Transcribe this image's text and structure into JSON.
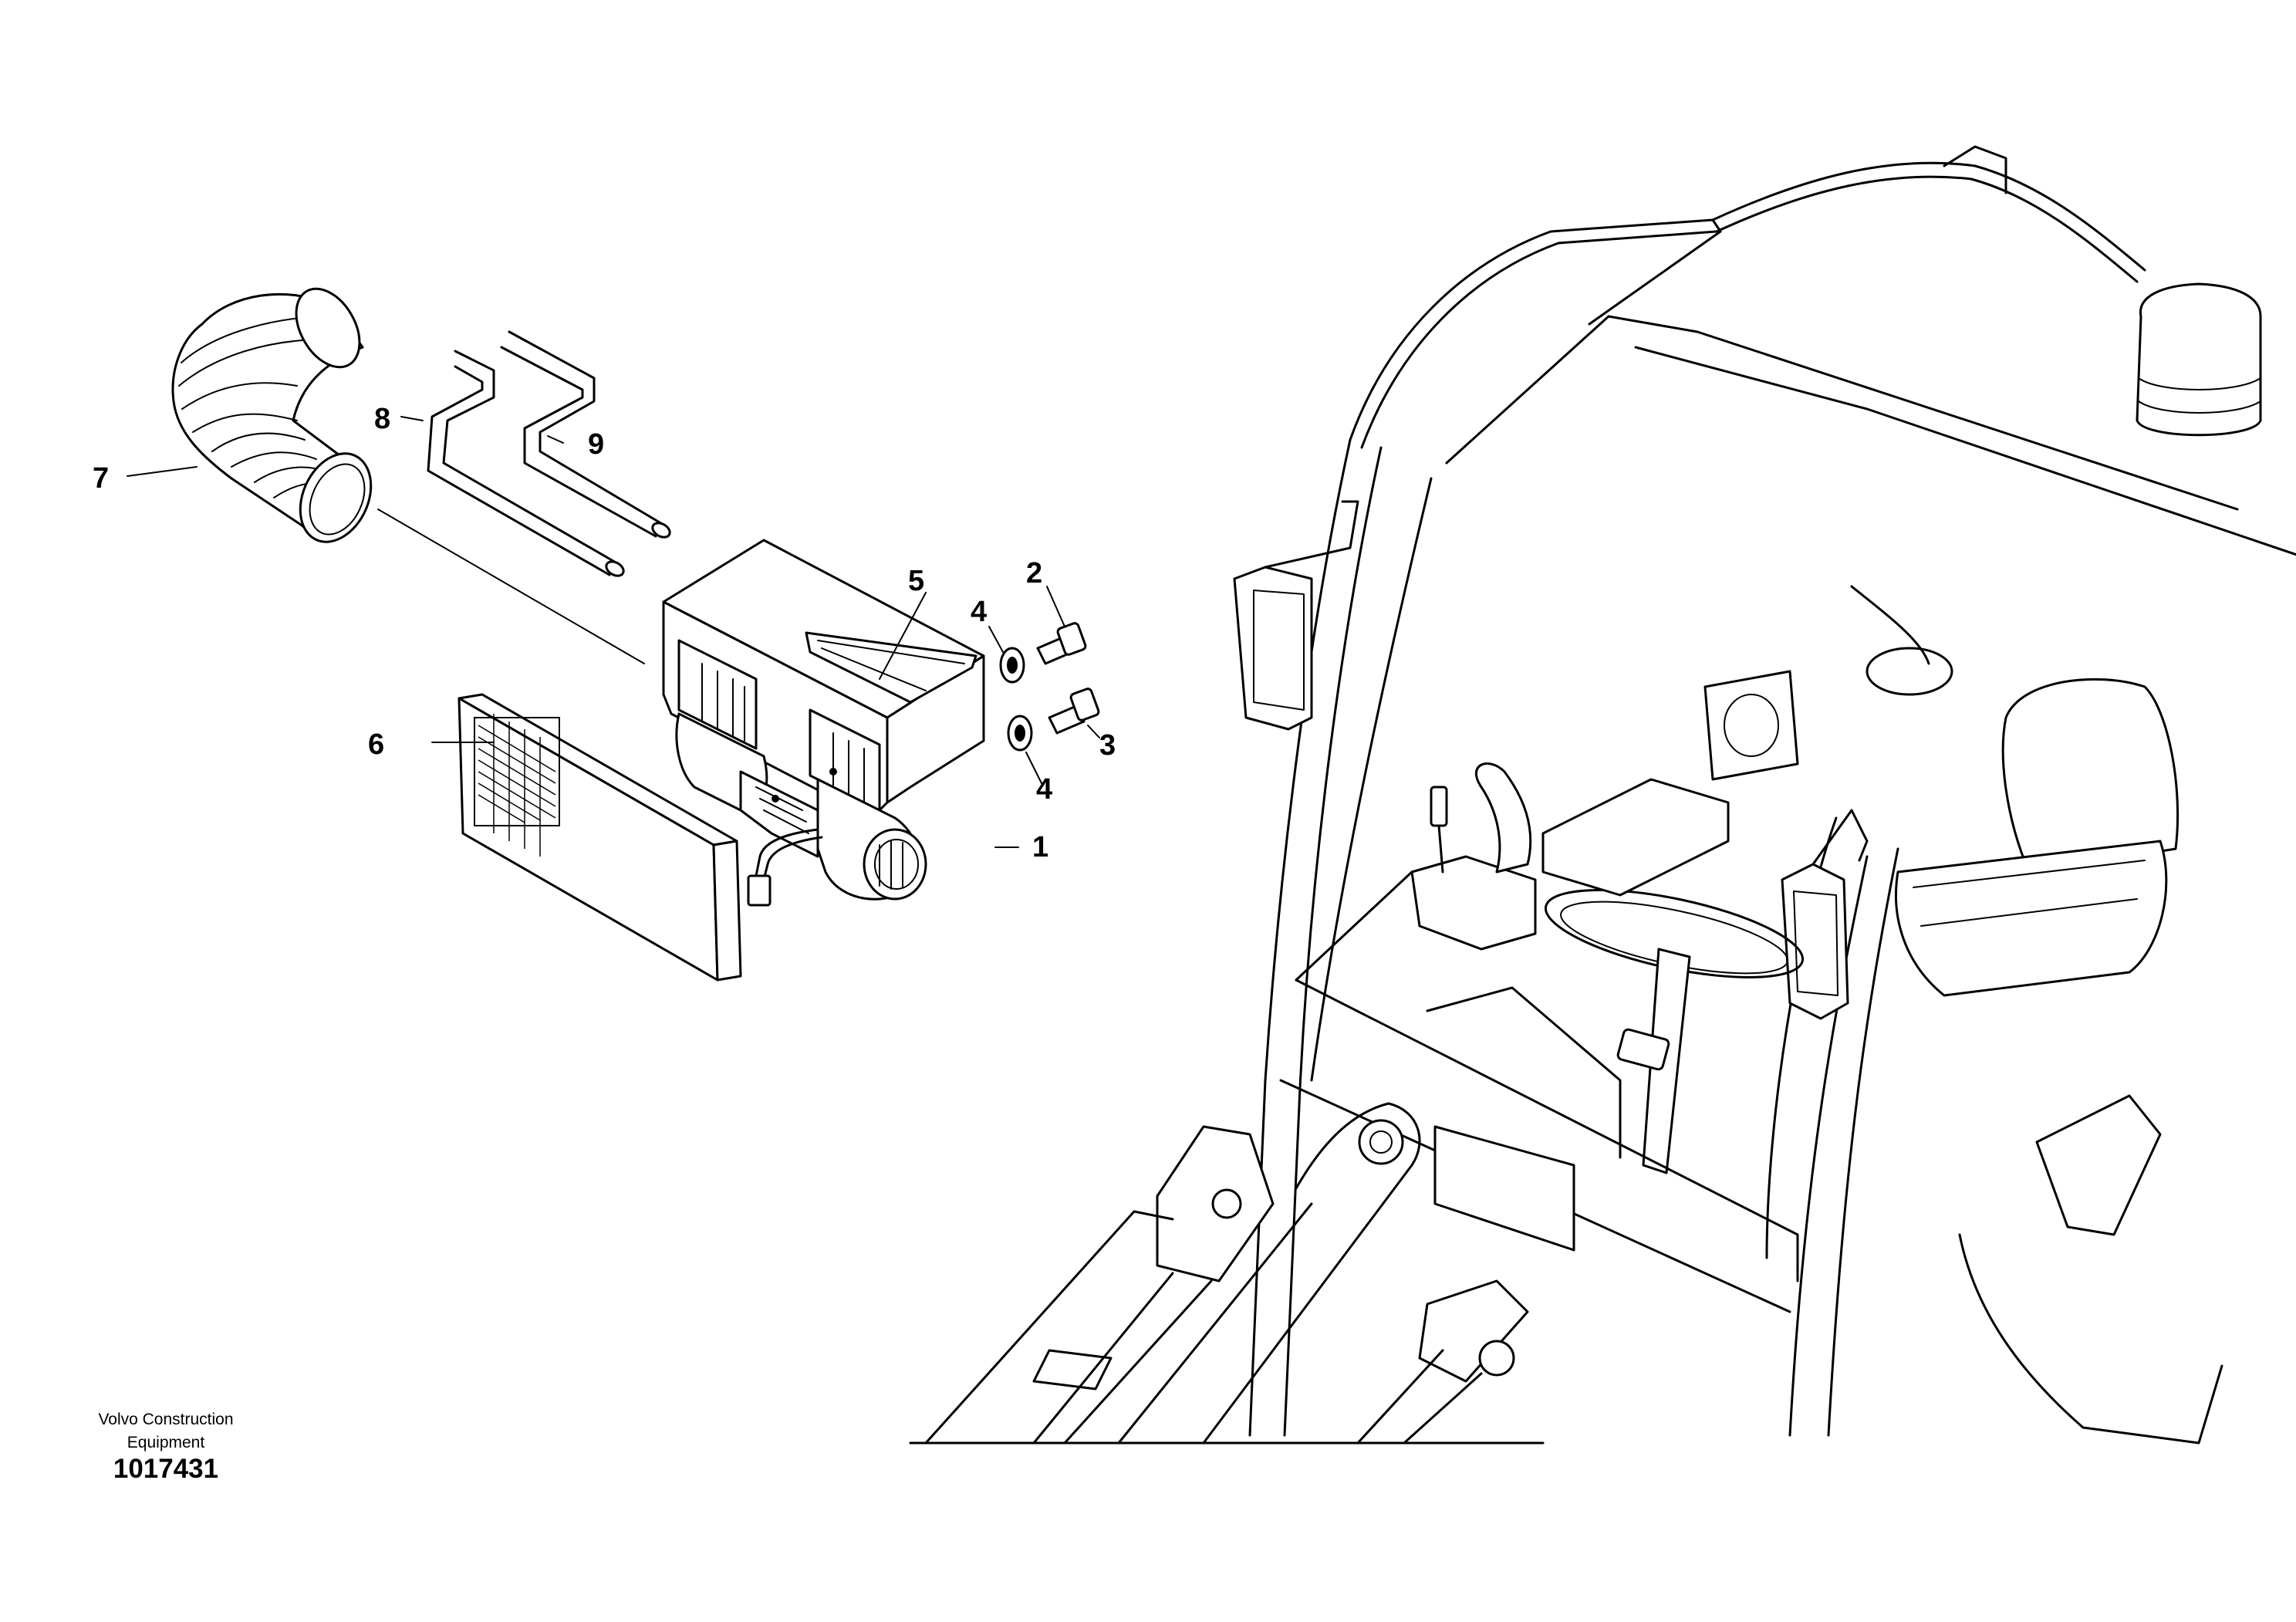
{
  "callouts": {
    "c1": "1",
    "c2": "2",
    "c3": "3",
    "c4a": "4",
    "c4b": "4",
    "c5": "5",
    "c6": "6",
    "c7": "7",
    "c8": "8",
    "c9": "9"
  },
  "credit": {
    "line1": "Volvo Construction",
    "line2": "Equipment",
    "figure_number": "1017431"
  },
  "icons": [
    "flex-hose-icon",
    "heater-blower-unit-icon",
    "air-filter-icon",
    "bolt-icon",
    "washer-icon",
    "heater-pipe-icon",
    "wheel-loader-cab-icon"
  ]
}
